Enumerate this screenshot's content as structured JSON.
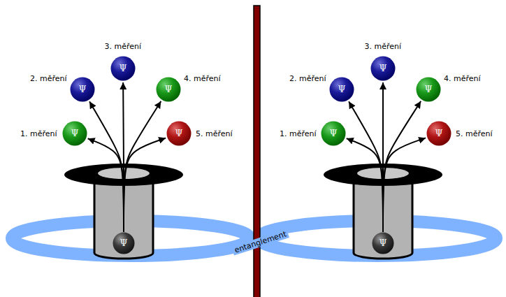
{
  "diagram": {
    "nodes": [
      {
        "text": [
          "Ψ"
        ]
      },
      {
        "text": [
          "Ψ"
        ]
      },
      {
        "text": [
          "Ψ"
        ]
      },
      {
        "text": [
          "Ψ"
        ]
      },
      {
        "text": [
          "Ψ"
        ]
      },
      {
        "text": [
          "Ψ"
        ]
      },
      {
        "text": [
          "Ψ"
        ]
      },
      {
        "text": [
          "Ψ"
        ]
      },
      {
        "text": [
          "Ψ"
        ]
      },
      {
        "text": [
          "Ψ"
        ]
      },
      {
        "text": [
          "Ψ"
        ]
      },
      {
        "text": [
          "Ψ"
        ]
      }
    ],
    "edges": [
      {
        "from": 5,
        "to": 0,
        "arrow": "to"
      },
      {
        "from": 5,
        "to": 1,
        "arrow": "to"
      },
      {
        "from": 5,
        "to": 2,
        "arrow": "to"
      },
      {
        "from": 5,
        "to": 3,
        "arrow": "to"
      },
      {
        "from": 5,
        "to": 4,
        "arrow": "to"
      },
      {
        "from": 11,
        "to": 6,
        "arrow": "to"
      },
      {
        "from": 11,
        "to": 7,
        "arrow": "to"
      },
      {
        "from": 11,
        "to": 8,
        "arrow": "to"
      },
      {
        "from": 11,
        "to": 9,
        "arrow": "to"
      },
      {
        "from": 11,
        "to": 10,
        "arrow": "to"
      }
    ],
    "labels": [
      "1. měření",
      "2. měření",
      "3. měření",
      "4. měření",
      "5. měření",
      "1. měření",
      "2. měření",
      "3. měření",
      "4. měření",
      "5. měření",
      "entanglement"
    ]
  }
}
